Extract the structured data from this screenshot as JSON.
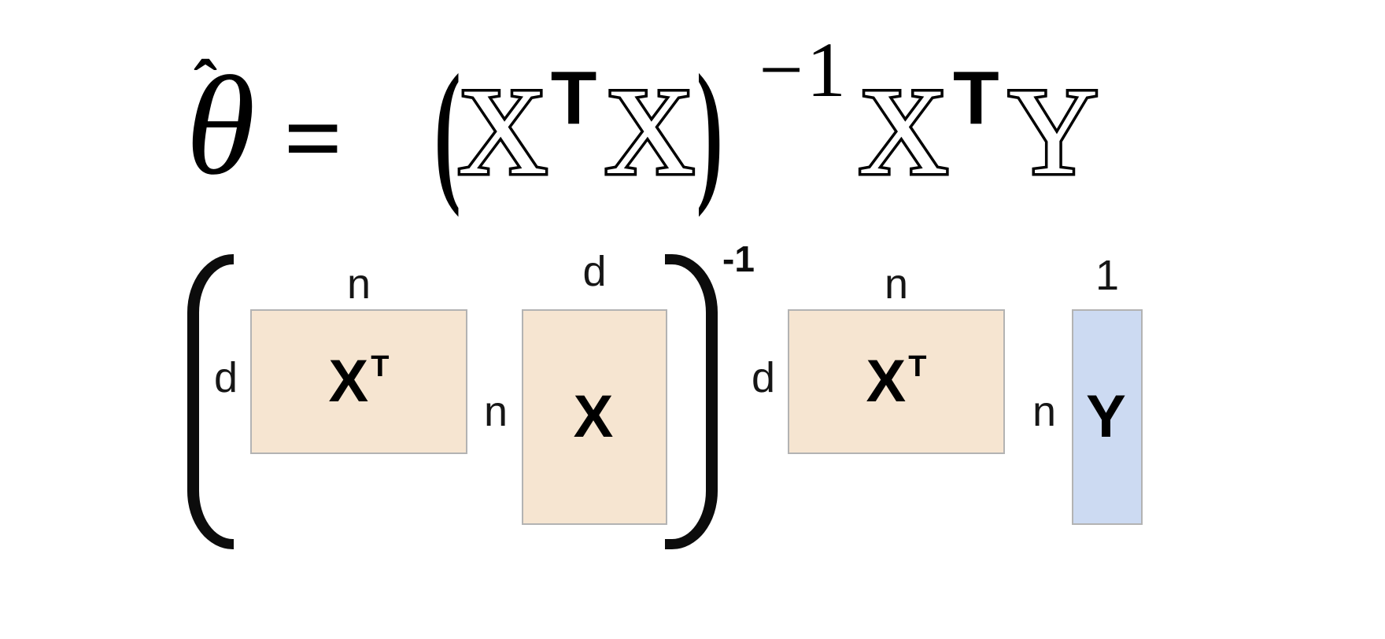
{
  "formula": {
    "theta": "θ",
    "hat": "ˆ",
    "equals": "=",
    "open_paren": "(",
    "x_first": "X",
    "transpose_first": "T",
    "x_second": "X",
    "close_paren": ")",
    "inverse_exponent": "−1",
    "x_third": "X",
    "transpose_second": "T",
    "y": "Y"
  },
  "diagram": {
    "inverse_exponent": "-1",
    "matrices": [
      {
        "label": "X",
        "superscript": "T",
        "top_dim": "n",
        "left_dim": "d",
        "fill": "#f6e5d1"
      },
      {
        "label": "X",
        "superscript": "",
        "top_dim": "d",
        "left_dim": "n",
        "fill": "#f6e5d1"
      },
      {
        "label": "X",
        "superscript": "T",
        "top_dim": "n",
        "left_dim": "d",
        "fill": "#f6e5d1"
      },
      {
        "label": "Y",
        "superscript": "",
        "top_dim": "1",
        "left_dim": "n",
        "fill": "#ccdaf2"
      }
    ]
  },
  "colors": {
    "matrix_fill_tan": "#f6e5d1",
    "vector_fill_blue": "#ccdaf2",
    "matrix_border": "#b3b3b3",
    "ink": "#000000"
  }
}
